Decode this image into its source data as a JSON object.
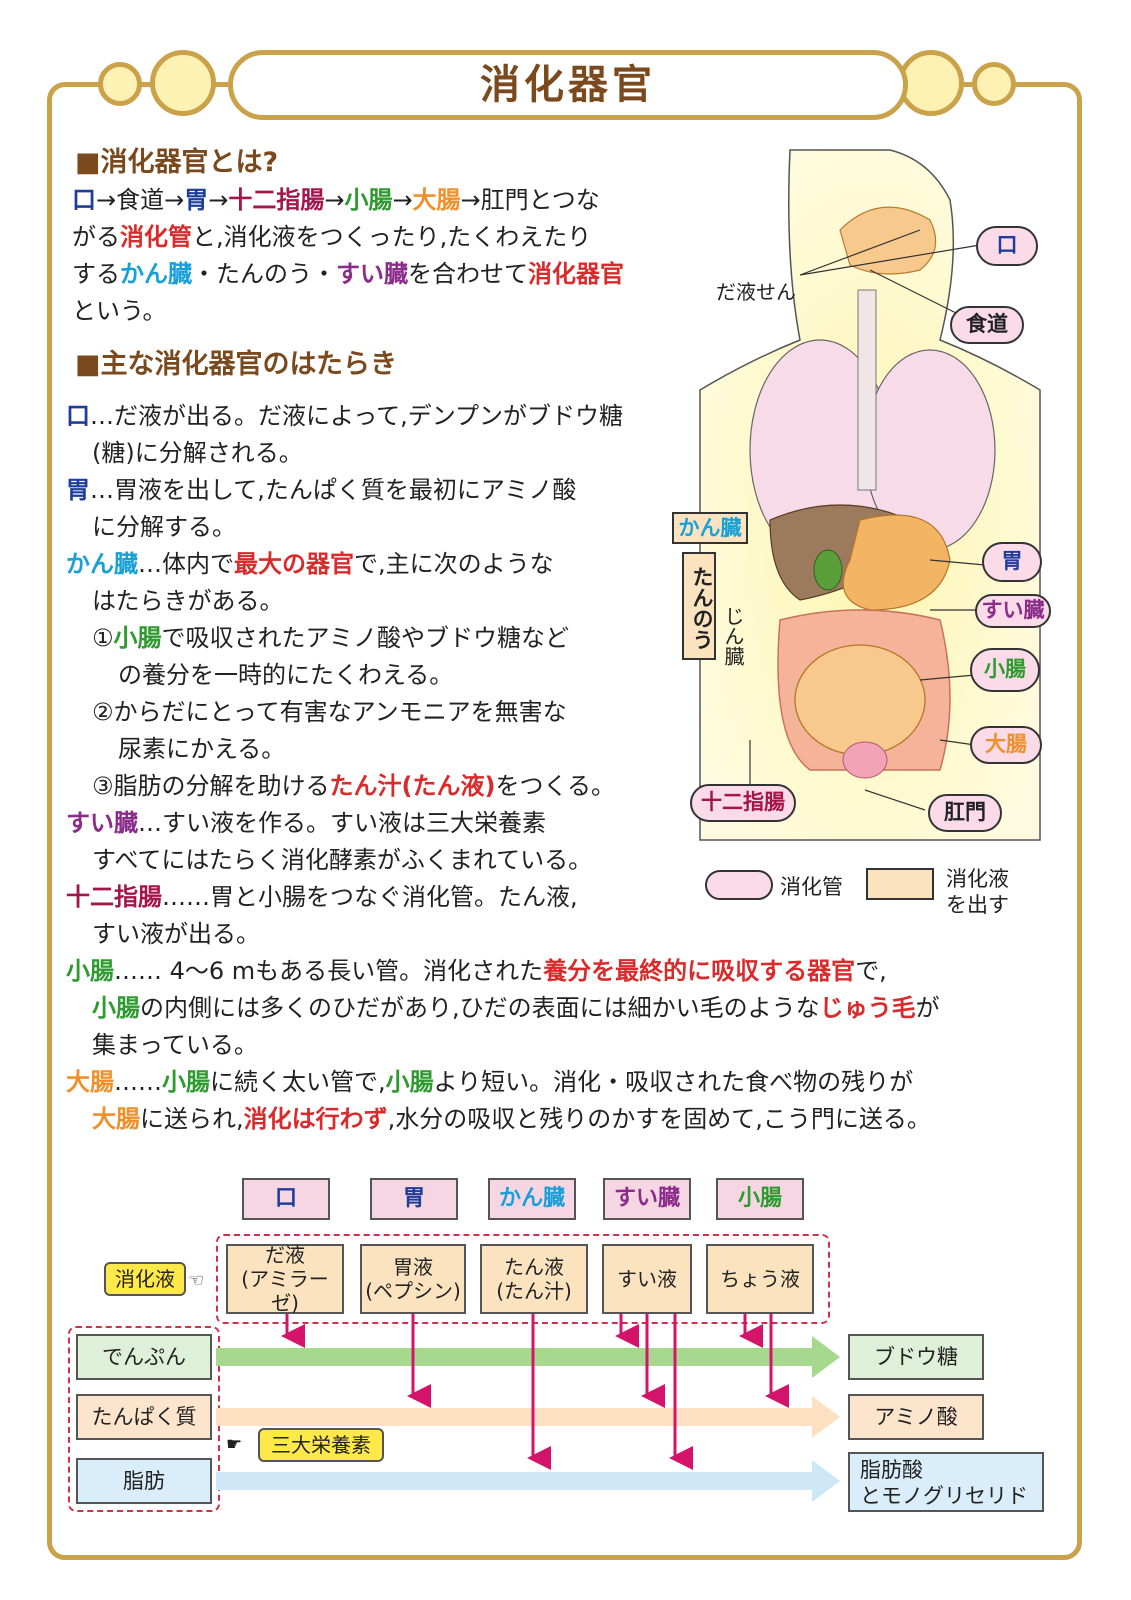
{
  "title": "消化器官",
  "section1": {
    "heading": "■消化器官とは?",
    "l1": [
      "口",
      "→食道→",
      "胃",
      "→",
      "十二指腸",
      "→",
      "小腸",
      "→",
      "大腸",
      "→肛門とつな"
    ],
    "l2": [
      "がる",
      "消化管",
      "と,消化液をつくったり,たくわえたり"
    ],
    "l3": [
      "する",
      "かん臓",
      "・たんのう・",
      "すい臓",
      "を合わせて",
      "消化器官"
    ],
    "l4": "という。"
  },
  "section2": {
    "heading": "■主な消化器官のはたらき",
    "mouth": [
      "口",
      "…だ液が出る。だ液によって,デンプンがブドウ糖",
      "(糖)に分解される。"
    ],
    "stomach": [
      "胃",
      "…胃液を出して,たんぱく質を最初にアミノ酸",
      "に分解する。"
    ],
    "liver": [
      "かん臓",
      "…体内で",
      "最大の器官",
      "で,主に次のような",
      "はたらきがある。"
    ],
    "liver1": [
      "①",
      "小腸",
      "で吸収されたアミノ酸やブドウ糖など",
      "の養分を一時的にたくわえる。"
    ],
    "liver2": [
      "②からだにとって有害なアンモニアを無害な",
      "尿素にかえる。"
    ],
    "liver3": [
      "③脂肪の分解を助ける",
      "たん汁(たん液)",
      "をつくる。"
    ],
    "pancreas": [
      "すい臓",
      "…すい液を作る。すい液は三大栄養素",
      "すべてにはたらく消化酵素がふくまれている。"
    ],
    "duodenum": [
      "十二指腸",
      "……胃と小腸をつなぐ消化管。たん液,",
      "すい液が出る。"
    ],
    "small": [
      "小腸",
      "…… 4〜6 mもある長い管。消化された",
      "養分を最終的に吸収する器官",
      "で,"
    ],
    "small2": [
      "小腸",
      "の内側には多くのひだがあり,ひだの表面には細かい毛のような",
      "じゅう毛",
      "が"
    ],
    "small3": "集まっている。",
    "large": [
      "大腸",
      "……",
      "小腸",
      "に続く太い管で,",
      "小腸",
      "より短い。消化・吸収された食べ物の残りが"
    ],
    "large2": [
      "大腸",
      "に送られ,",
      "消化は行わず",
      ",水分の吸収と残りのかすを固めて,こう門に送る。"
    ]
  },
  "diagram": {
    "saliva_gland": "だ液せん",
    "mouth": "口",
    "esophagus": "食道",
    "liver": "かん臓",
    "gallbladder": "たんのう",
    "kidney": "じん臓",
    "stomach": "胃",
    "pancreas": "すい臓",
    "small_int": "小腸",
    "large_int": "大腸",
    "duodenum": "十二指腸",
    "anus": "肛門",
    "legend_tract": "消化管",
    "legend_juice": "消化液を出す"
  },
  "flow": {
    "organs": [
      "口",
      "胃",
      "かん臓",
      "すい臓",
      "小腸"
    ],
    "juice_tag": "消化液",
    "juices": [
      [
        "だ液",
        "(アミラーゼ)"
      ],
      [
        "胃液",
        "(ペプシン)"
      ],
      [
        "たん液",
        "(たん汁)"
      ],
      [
        "すい液",
        ""
      ],
      [
        "ちょう液",
        ""
      ]
    ],
    "nutrients": [
      "でんぷん",
      "たんぱく質",
      "脂肪"
    ],
    "nutrient_tag": "三大栄養素",
    "results": [
      "ブドウ糖",
      "アミノ酸",
      "脂肪酸",
      "とモノグリセリド"
    ]
  }
}
